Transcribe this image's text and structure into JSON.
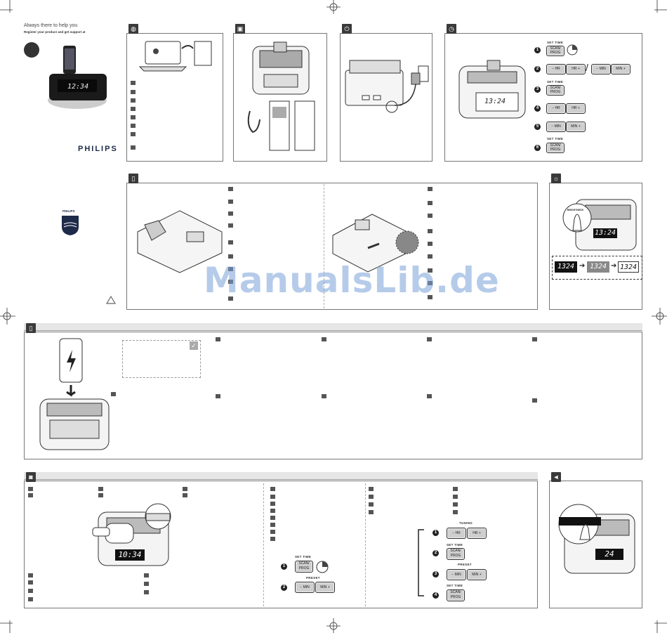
{
  "tagline": "Always there to help you",
  "register_text": "Register your product and get support at",
  "brand": "PHILIPS",
  "shield_brand": "PHILIPS",
  "device_time_display": "12:34",
  "clock_display": "13:24",
  "brightness_sequence": [
    "1324",
    "1324",
    "1324"
  ],
  "brightness_label": "BRIGHTNESS",
  "radio_display": "10:34",
  "volume_display": "24",
  "buttons": {
    "set_time": "SET TIME",
    "scan_prog": "SCAN/\nPROG",
    "hr": "HR",
    "min": "MIN",
    "minus": "−",
    "plus": "+"
  },
  "section_labels": {
    "preset": "PRESET",
    "tuning": "TUNING"
  },
  "steps": [
    "1",
    "2",
    "3",
    "4",
    "5",
    "6"
  ],
  "watermark": "ManualsLib.de",
  "colors": {
    "panel_border": "#777777",
    "header_bar": "#e6e6e6",
    "icon_fill": "#3a3a3a",
    "watermark": "#78a0d7"
  }
}
